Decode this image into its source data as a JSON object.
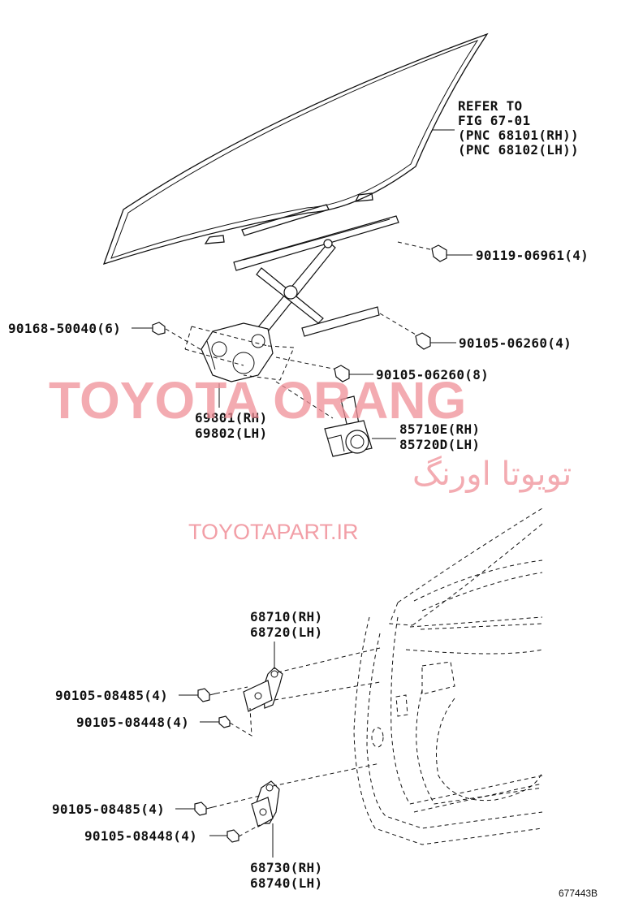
{
  "refer_note": {
    "line1": "REFER TO",
    "line2": "FIG 67-01",
    "line3": "(PNC 68101(RH))",
    "line4": "(PNC 68102(LH))"
  },
  "parts": {
    "p90119": "90119-06961(4)",
    "p90168": "90168-50040(6)",
    "p90105_a": "90105-06260(4)",
    "p90105_b": "90105-06260(8)",
    "regulator_rh": "69801(RH)",
    "regulator_lh": "69802(LH)",
    "motor_rh": "85710E(RH)",
    "motor_lh": "85720D(LH)",
    "hinge_upper_rh": "68710(RH)",
    "hinge_upper_lh": "68720(LH)",
    "bolt_upper_1": "90105-08485(4)",
    "bolt_upper_2": "90105-08448(4)",
    "bolt_lower_1": "90105-08485(4)",
    "bolt_lower_2": "90105-08448(4)",
    "hinge_lower_rh": "68730(RH)",
    "hinge_lower_lh": "68740(LH)"
  },
  "watermark": {
    "brand": "TOYOTA ORANG",
    "persian": "تویوتا اورنگ",
    "site": "TOYOTAPART.IR"
  },
  "figure_id": "677443B"
}
